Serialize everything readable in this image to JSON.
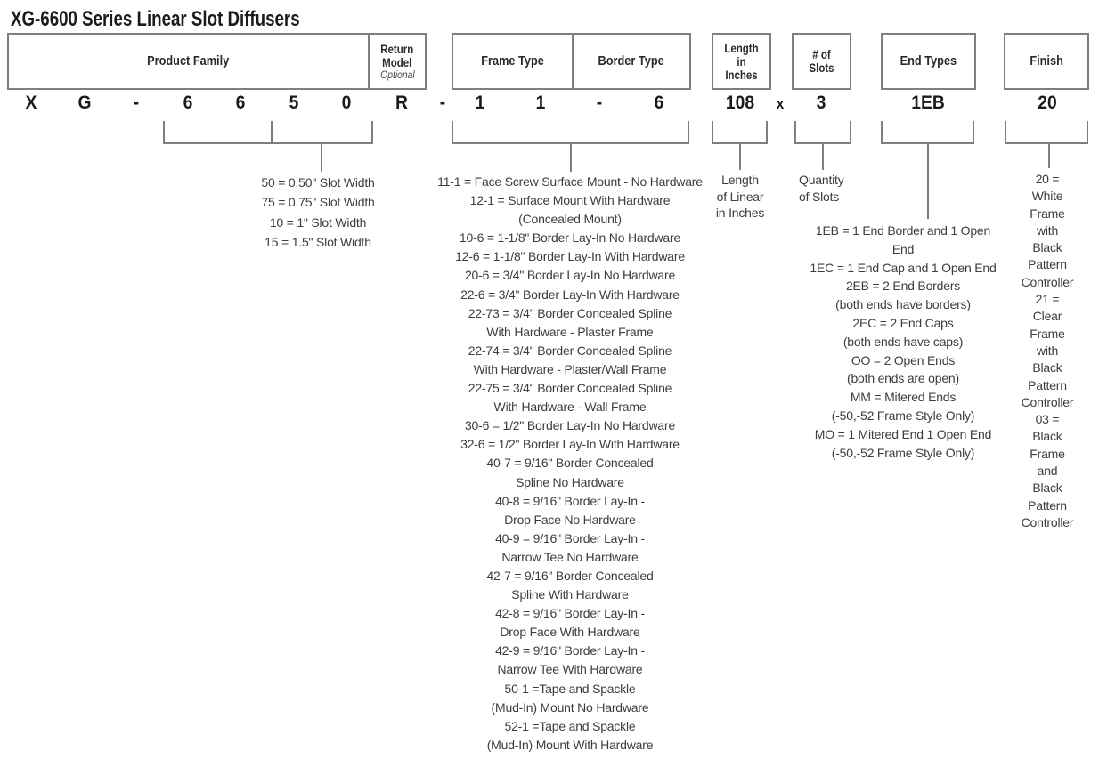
{
  "title": "XG-6600 Series Linear Slot Diffusers",
  "colors": {
    "line_gray": "#7f7f7f",
    "body_text": "#3d3d3d",
    "heading_text": "#1b1b1b"
  },
  "header_boxes": {
    "product_family": {
      "label": "Product Family"
    },
    "return_model": {
      "label_lines": [
        "Return",
        "Model"
      ],
      "note": "Optional"
    },
    "frame_type": {
      "label": "Frame Type"
    },
    "border_type": {
      "label": "Border Type"
    },
    "length_in_inches": {
      "label_lines": [
        "Length",
        "in",
        "Inches"
      ]
    },
    "num_slots": {
      "label_lines": [
        "# of",
        "Slots"
      ]
    },
    "end_types": {
      "label": "End Types"
    },
    "finish": {
      "label": "Finish"
    }
  },
  "model_code": {
    "chars": [
      "X",
      "G",
      "-",
      "6",
      "6",
      "5",
      "0",
      "R",
      "-",
      "1",
      "1",
      "-",
      "6",
      "108",
      "x",
      "3",
      "1EB",
      "20"
    ]
  },
  "legends": {
    "slot_width": {
      "lines": [
        "50 = 0.50\" Slot Width",
        "75 = 0.75\" Slot Width",
        "10 = 1\" Slot Width",
        "15 = 1.5\" Slot Width"
      ]
    },
    "frame_type": {
      "lines": [
        "11-1 = Face Screw Surface Mount - No Hardware",
        "12-1 = Surface Mount With Hardware",
        "(Concealed Mount)",
        "10-6 = 1-1/8\" Border Lay-In No Hardware",
        "12-6 = 1-1/8\" Border Lay-In With Hardware",
        "20-6 = 3/4\" Border Lay-In No Hardware",
        "22-6 = 3/4\" Border Lay-In With Hardware",
        "22-73 = 3/4\" Border Concealed Spline",
        "With Hardware - Plaster Frame",
        "22-74 = 3/4\" Border Concealed Spline",
        "With Hardware - Plaster/Wall Frame",
        "22-75 = 3/4\" Border Concealed Spline",
        "With Hardware - Wall Frame",
        "30-6 = 1/2\" Border Lay-In No Hardware",
        "32-6 = 1/2\" Border Lay-In With Hardware",
        "40-7 = 9/16\" Border Concealed",
        "Spline No Hardware",
        "40-8 = 9/16\" Border Lay-In -",
        "Drop Face No Hardware",
        "40-9 = 9/16\" Border Lay-In -",
        "Narrow Tee No Hardware",
        "42-7 = 9/16\" Border Concealed",
        "Spline With Hardware",
        "42-8 = 9/16\" Border Lay-In -",
        "Drop Face With Hardware",
        "42-9 = 9/16\" Border Lay-In -",
        "Narrow Tee With Hardware",
        "50-1  =Tape and Spackle",
        "(Mud-In) Mount No Hardware",
        "52-1  =Tape and Spackle",
        "(Mud-In) Mount With Hardware"
      ]
    },
    "length_note": {
      "lines": [
        "Length",
        "of Linear",
        "in Inches"
      ]
    },
    "quantity_note": {
      "lines": [
        "Quantity",
        "of Slots"
      ]
    },
    "end_types": {
      "lines": [
        "1EB = 1 End Border and 1 Open End",
        "1EC = 1 End Cap and 1 Open End",
        "2EB = 2 End Borders",
        "(both ends have borders)",
        "2EC = 2 End Caps",
        "(both ends have caps)",
        "OO = 2 Open Ends",
        "(both ends are open)",
        "MM = Mitered Ends",
        "(-50,-52 Frame Style Only)",
        "MO = 1 Mitered End 1 Open End",
        "(-50,-52 Frame Style Only)"
      ]
    },
    "finish": {
      "lines": [
        "20 = White",
        "Frame with",
        "Black Pattern",
        "Controller",
        "21 = Clear",
        "Frame with",
        "Black Pattern",
        "Controller",
        "03 = Black",
        "Frame and",
        "Black Pattern",
        "Controller"
      ]
    }
  }
}
